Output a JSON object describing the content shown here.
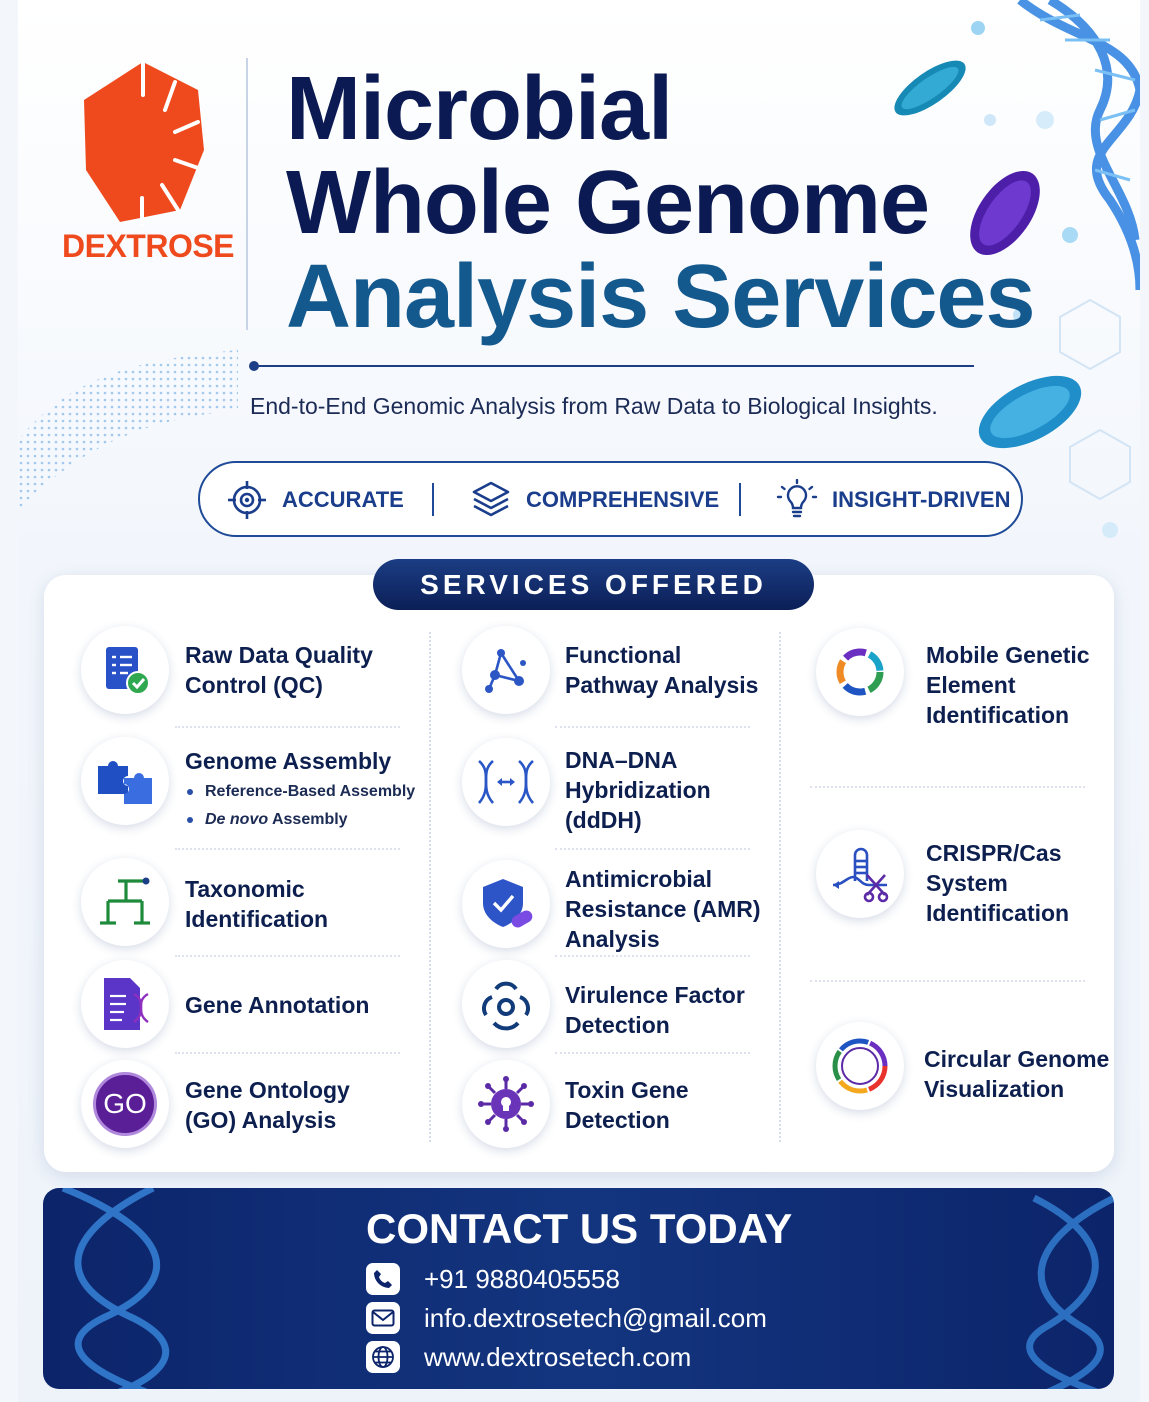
{
  "brand": {
    "name": "DEXTROSE",
    "color": "#ef4a1e"
  },
  "title": {
    "line1": "Microbial",
    "line2": "Whole Genome",
    "line3": "Analysis Services"
  },
  "subtitle": "End-to-End Genomic Analysis from Raw Data to Biological Insights.",
  "highlights": [
    {
      "label": "ACCURATE",
      "icon": "target-icon"
    },
    {
      "label": "COMPREHENSIVE",
      "icon": "layers-icon"
    },
    {
      "label": "INSIGHT-DRIVEN",
      "icon": "lightbulb-icon"
    }
  ],
  "services_heading": "SERVICES OFFERED",
  "services": {
    "col1": [
      {
        "lines": [
          "Raw Data Quality",
          "Control (QC)"
        ],
        "icon": "checklist-icon"
      },
      {
        "lines": [
          "Genome Assembly"
        ],
        "icon": "puzzle-icon",
        "sub": {
          "item1": "Reference-Based Assembly",
          "item2_italic": "De novo",
          "item2_rest": " Assembly"
        }
      },
      {
        "lines": [
          "Taxonomic",
          "Identification"
        ],
        "icon": "hierarchy-tree-icon"
      },
      {
        "lines": [
          "Gene Annotation"
        ],
        "icon": "document-dna-icon"
      },
      {
        "lines": [
          "Gene Ontology",
          "(GO) Analysis"
        ],
        "icon": "go-badge-icon",
        "icon_text": "GO"
      }
    ],
    "col2": [
      {
        "lines": [
          "Functional",
          "Pathway Analysis"
        ],
        "icon": "network-icon"
      },
      {
        "lines": [
          "DNA–DNA",
          "Hybridization",
          "(ddDH)"
        ],
        "icon": "dna-exchange-icon"
      },
      {
        "lines": [
          "Antimicrobial",
          "Resistance (AMR)",
          "Analysis"
        ],
        "icon": "shield-pill-icon"
      },
      {
        "lines": [
          "Virulence Factor",
          "Detection"
        ],
        "icon": "biohazard-icon"
      },
      {
        "lines": [
          "Toxin Gene",
          "Detection"
        ],
        "icon": "virus-icon"
      }
    ],
    "col3": [
      {
        "lines": [
          "Mobile Genetic",
          "Element",
          "Identification"
        ],
        "icon": "ring-segments-icon"
      },
      {
        "lines": [
          "CRISPR/Cas",
          "System",
          "Identification"
        ],
        "icon": "crispr-scissors-icon"
      },
      {
        "lines": [
          "Circular Genome",
          "Visualization"
        ],
        "icon": "circular-genome-icon"
      }
    ]
  },
  "contact": {
    "title": "CONTACT US TODAY",
    "phone": "+91 9880405558",
    "email": "info.dextrosetech@gmail.com",
    "website": "www.dextrosetech.com"
  },
  "colors": {
    "navy": "#0b1a52",
    "accent_blue": "#14598e",
    "pill_blue": "#1a3d8c"
  }
}
